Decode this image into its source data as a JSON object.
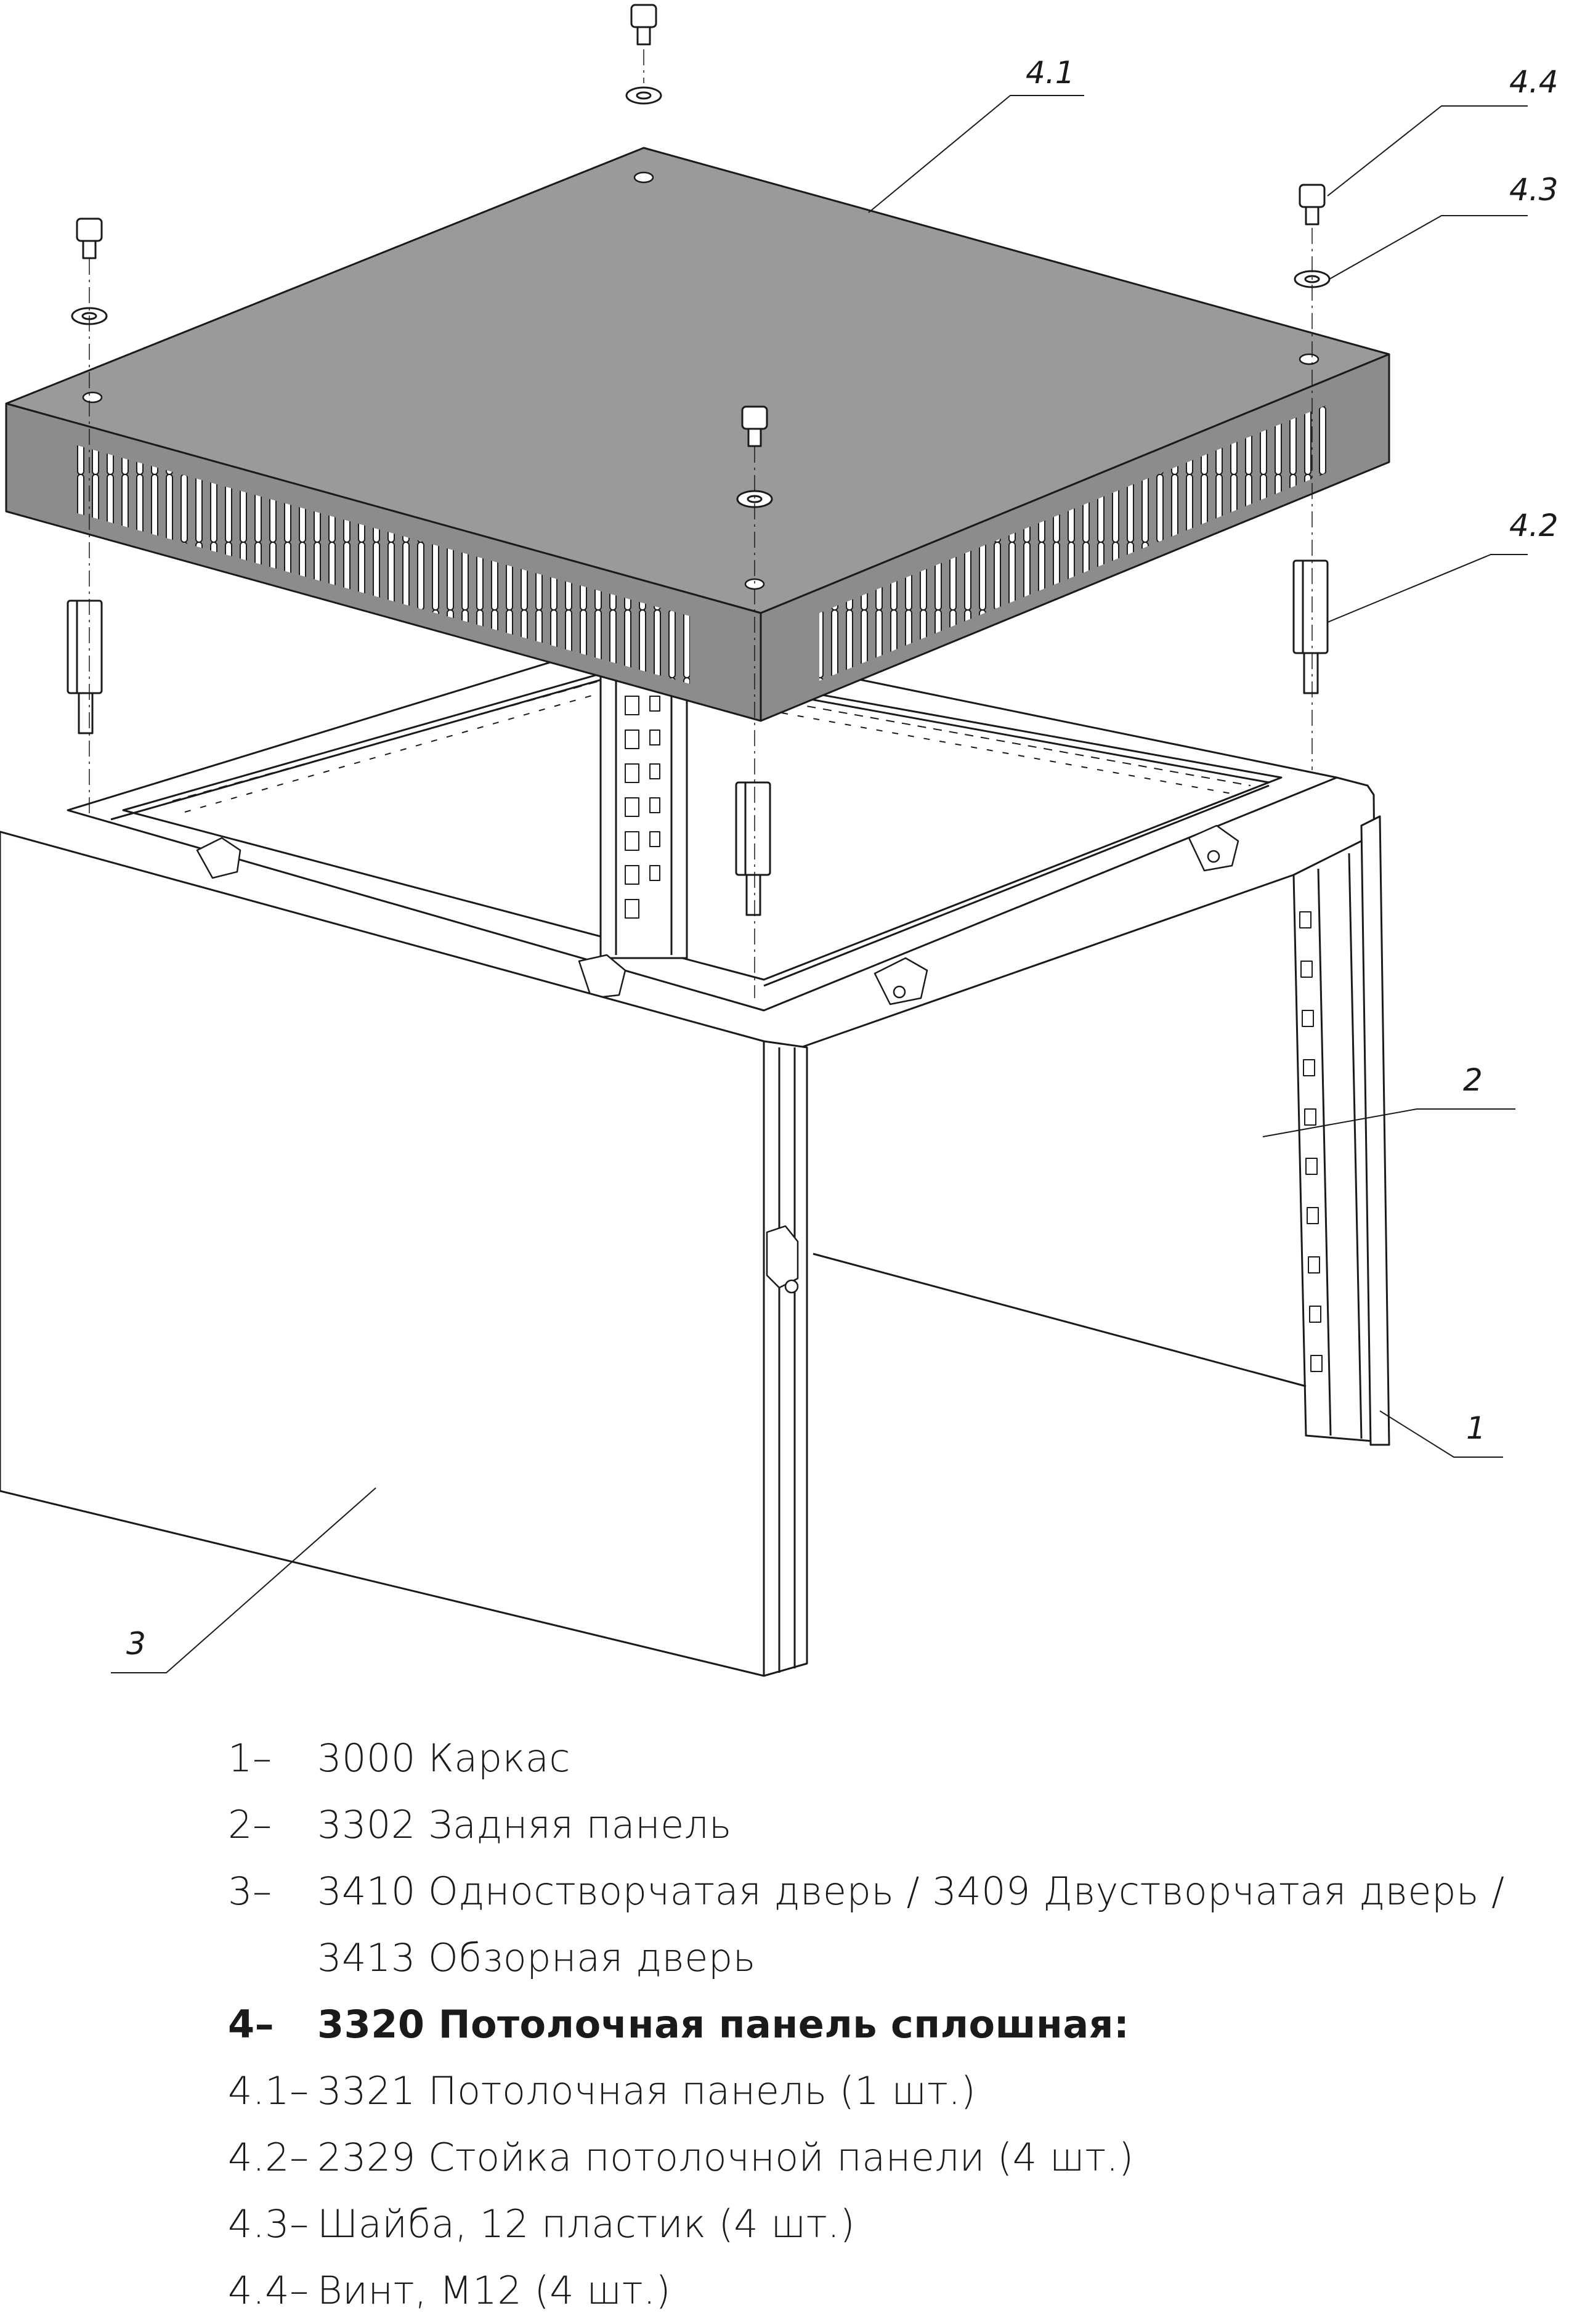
{
  "callouts": {
    "c41": "4.1",
    "c44": "4.4",
    "c43": "4.3",
    "c42": "4.2",
    "c2": "2",
    "c1": "1",
    "c3": "3"
  },
  "legend": [
    {
      "num": "1–",
      "text": "3000 Каркас"
    },
    {
      "num": "2–",
      "text": "3302 Задняя панель"
    },
    {
      "num": "3–",
      "text": "3410 Одностворчатая дверь / 3409 Двустворчатая дверь /"
    },
    {
      "num": "",
      "text": "3413 Обзорная дверь"
    },
    {
      "num": "4–",
      "text": "3320 Потолочная панель сплошная:"
    },
    {
      "num": "4.1–",
      "text": "3321 Потолочная панель (1 шт.)"
    },
    {
      "num": "4.2–",
      "text": "2329 Стойка потолочной панели (4 шт.)"
    },
    {
      "num": "4.3–",
      "text": "Шайба, 12 пластик (4 шт.)"
    },
    {
      "num": "4.4–",
      "text": "Винт, М12 (4 шт.)"
    }
  ],
  "colors": {
    "panel_top": "#9a9a9a",
    "panel_side": "#8c8c8c",
    "line": "#1a1a1a",
    "part_fill": "#ffffff"
  }
}
